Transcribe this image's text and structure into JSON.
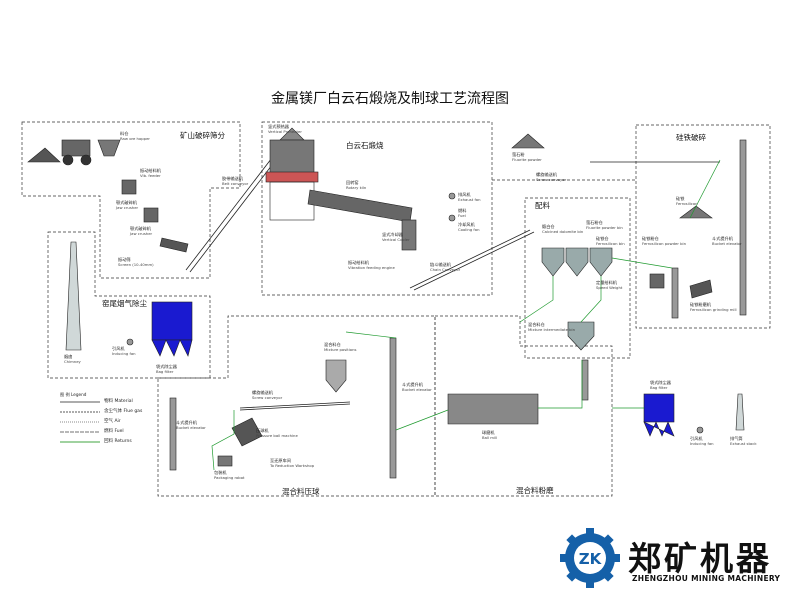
{
  "title": "金属镁厂白云石煅烧及制球工艺流程图",
  "sections": {
    "mine_crushing": "矿山破碎筛分",
    "calcination": "白云石煅烧",
    "kiln_tail_dust": "窑尾烟气除尘",
    "batching": "配料",
    "ferrosilicon_crushing": "硅铁破碎",
    "mixed_pressing": "混合料压球",
    "mixed_grinding": "混合料粉磨"
  },
  "labels": {
    "raw_ore": {
      "cn": "料仓",
      "en": "Raw ore hopper"
    },
    "vib_feeder": {
      "cn": "振动给料机",
      "en": "Vib. feeder"
    },
    "jaw_crusher": {
      "cn": "颚式破碎机",
      "en": "Jaw crusher"
    },
    "jaw_crusher2": {
      "cn": "颚式破碎机",
      "en": "Jaw crusher"
    },
    "screen": {
      "cn": "振动筛",
      "en": "Screen (10-40mm)"
    },
    "belt_conveyor": {
      "cn": "胶带输送机",
      "en": "Belt conveyor"
    },
    "vertical_preheater": {
      "cn": "竖式预热器",
      "en": "Vertical Preheater"
    },
    "rotary_kiln": {
      "cn": "回转窑",
      "en": "Rotary kiln"
    },
    "vertical_cooler": {
      "cn": "竖式冷却器",
      "en": "Vertical Cooler"
    },
    "exhaust_fan": {
      "cn": "排风机",
      "en": "Exhaust fan"
    },
    "fuel": {
      "cn": "燃料",
      "en": "Fuel"
    },
    "cooling_fan": {
      "cn": "冷却风机",
      "en": "Cooling fan"
    },
    "vib_feeding": {
      "cn": "振动给料机",
      "en": "Vibration feeding engine"
    },
    "chain_conveyor": {
      "cn": "链斗输送机",
      "en": "Chain Conveyor"
    },
    "fluorite_powder": {
      "cn": "萤石粉",
      "en": "Fluorite powder"
    },
    "screw_conveyor": {
      "cn": "螺旋输送机",
      "en": "Screw conveyor"
    },
    "fluorite_bin": {
      "cn": "萤石粉仓",
      "en": "Fluorite powder bin"
    },
    "calcined_bin": {
      "cn": "煅白仓",
      "en": "Calcined dolomite bin"
    },
    "ferrosilicon_bin": {
      "cn": "硅铁仓",
      "en": "Ferrosilicon bin"
    },
    "speed_weight": {
      "cn": "定量给料机",
      "en": "Speed Weight"
    },
    "mixture_bin": {
      "cn": "混合料仓",
      "en": "Mixture intermediate bin"
    },
    "ferrosilicon": {
      "cn": "硅铁",
      "en": "Ferrosilicon"
    },
    "bucket_elevator": {
      "cn": "斗式提升机",
      "en": "Bucket elevator"
    },
    "fs_powder_bin": {
      "cn": "硅铁粉仓",
      "en": "Ferrosilicon powder bin"
    },
    "fs_grinding_mill": {
      "cn": "硅铁粉磨机",
      "en": "Ferrosilicon grinding mill"
    },
    "chimney": {
      "cn": "烟囱",
      "en": "Chimney"
    },
    "bag_filter": {
      "cn": "袋式除尘器",
      "en": "Bag filter"
    },
    "inducing_fan": {
      "cn": "引风机",
      "en": "Inducing fan"
    },
    "mixture_positions": {
      "cn": "混合料仓",
      "en": "Mixture positions"
    },
    "ball_mill": {
      "cn": "球磨机",
      "en": "Ball mill"
    },
    "pressure_ball": {
      "cn": "压球机",
      "en": "Pressure ball machine"
    },
    "packaging": {
      "cn": "包装机",
      "en": "Packaging robot"
    },
    "reduction_workshop": {
      "cn": "至还原车间",
      "en": "To Reduction Workshop"
    },
    "bag_filter2": {
      "cn": "袋式除尘器",
      "en": "Bag filter"
    },
    "inducing_fan2": {
      "cn": "引风机",
      "en": "Inducing fan"
    },
    "exhaust_stack": {
      "cn": "排气筒",
      "en": "Exhaust stack"
    }
  },
  "legend": [
    {
      "cn": "物料",
      "en": "Material",
      "color": "#222222"
    },
    {
      "cn": "含尘气体",
      "en": "Flue gas",
      "color": "#222222"
    },
    {
      "cn": "空气",
      "en": "Air",
      "color": "#666666"
    },
    {
      "cn": "燃料",
      "en": "Fuel",
      "color": "#444444"
    },
    {
      "cn": "回料",
      "en": "Returns",
      "color": "#008800"
    }
  ],
  "legend_head": "图 例 Legend",
  "brand": {
    "logo": "ZK",
    "name_cn": "郑矿机器",
    "name_en": "ZHENGZHOU MINING MACHINERY"
  },
  "colors": {
    "flow_green": "#1f9a2f",
    "bag_filter": "#1515d0",
    "logo_blue": "#1560a8",
    "logo_red": "#d72020",
    "dashed": "#333333"
  }
}
